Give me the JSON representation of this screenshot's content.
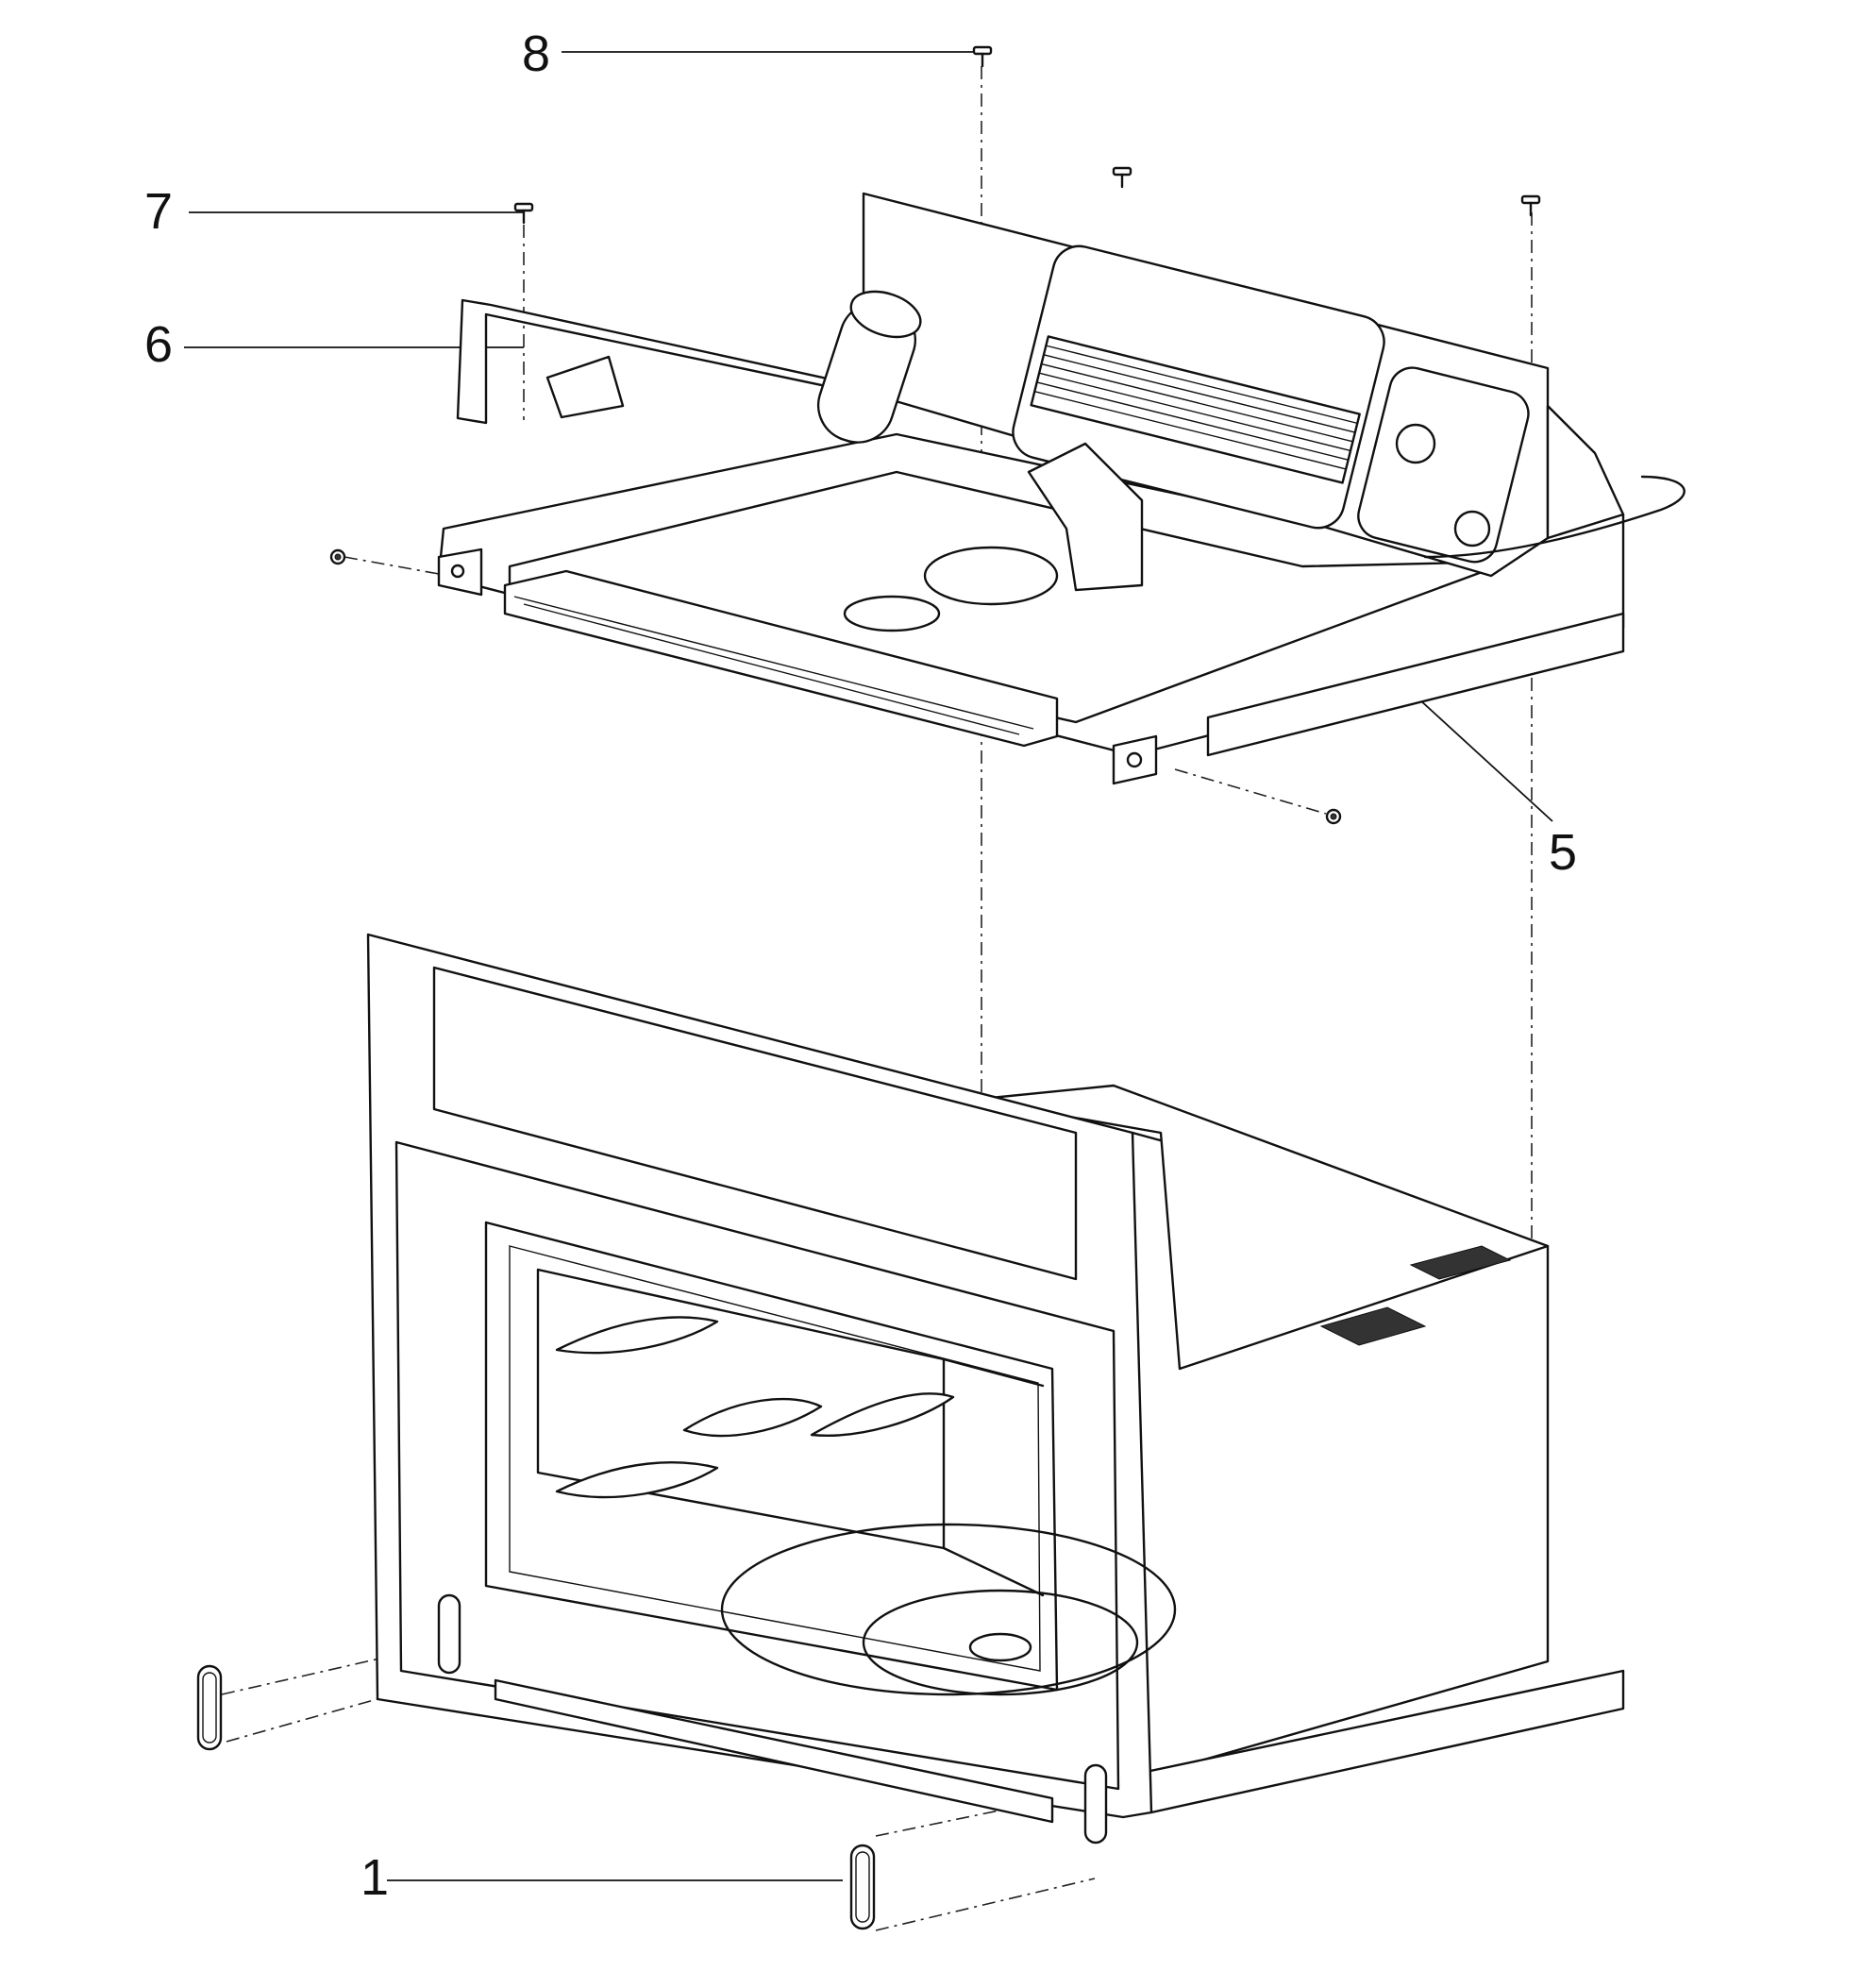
{
  "callouts": {
    "c8": "8",
    "c7": "7",
    "c6": "6",
    "c5": "5",
    "c1": "1"
  }
}
